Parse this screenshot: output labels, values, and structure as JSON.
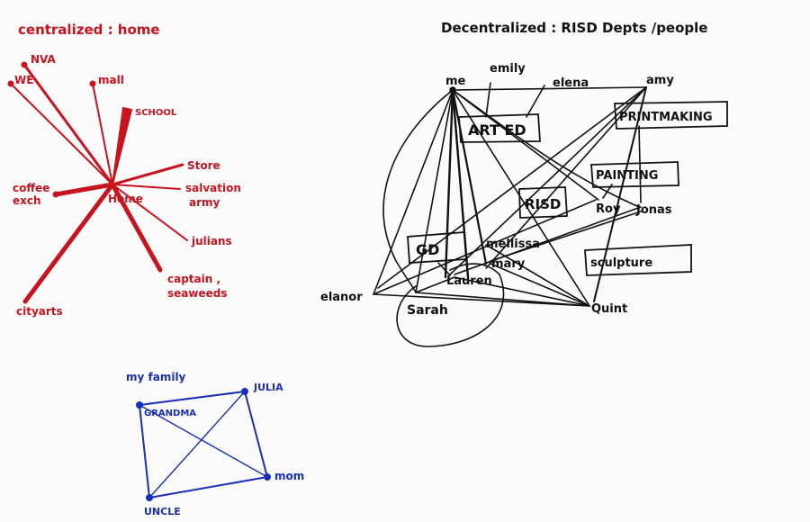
{
  "colors": {
    "red": "#c8141e",
    "black": "#111111",
    "blue": "#1a2fb8"
  },
  "centralized": {
    "title": "centralized : home",
    "hub": "Home",
    "nodes": [
      "NVA",
      "WE",
      "mall",
      "SCHOOL",
      "coffee",
      "exch",
      "Store",
      "salvation",
      "army",
      "julians",
      "captain ,",
      "seaweeds",
      "cityarts"
    ]
  },
  "decentralized": {
    "title": "Decentralized : RISD Depts /people",
    "people": [
      "me",
      "emily",
      "elena",
      "amy",
      "Roy",
      "Jonas",
      "mellissa",
      "mary",
      "Lauren",
      "elanor",
      "Sarah",
      "Quint"
    ],
    "departments": [
      "ART ED",
      "PRINTMAKING",
      "PAINTING",
      "RISD",
      "GD",
      "sculpture"
    ]
  },
  "family": {
    "title": "my family",
    "nodes": [
      "GRANDMA",
      "JULIA",
      "mom",
      "UNCLE"
    ]
  }
}
